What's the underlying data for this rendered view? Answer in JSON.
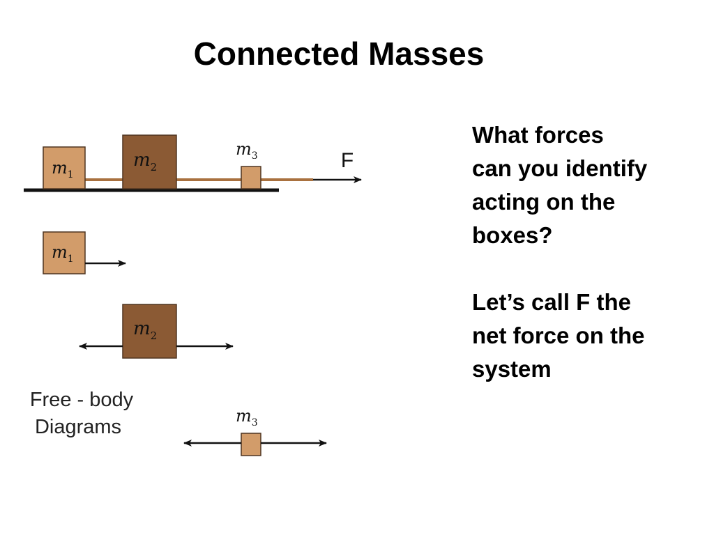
{
  "slide": {
    "title": "Connected Masses",
    "question": "What forces\ncan you identify\nacting on the\nboxes?",
    "statement": "Let’s call F the\nnet force on the\nsystem"
  },
  "diagram": {
    "force_label": "F",
    "mass_symbol": "m",
    "masses": {
      "m1": "1",
      "m2": "2",
      "m3": "3"
    },
    "caption_line1": "Free - body",
    "caption_line2": "Diagrams",
    "colors": {
      "light_box": "#d29c6a",
      "dark_box": "#8b5a34",
      "rope": "#a9713f",
      "box_outline": "#4e3521",
      "ink": "#111111"
    }
  }
}
